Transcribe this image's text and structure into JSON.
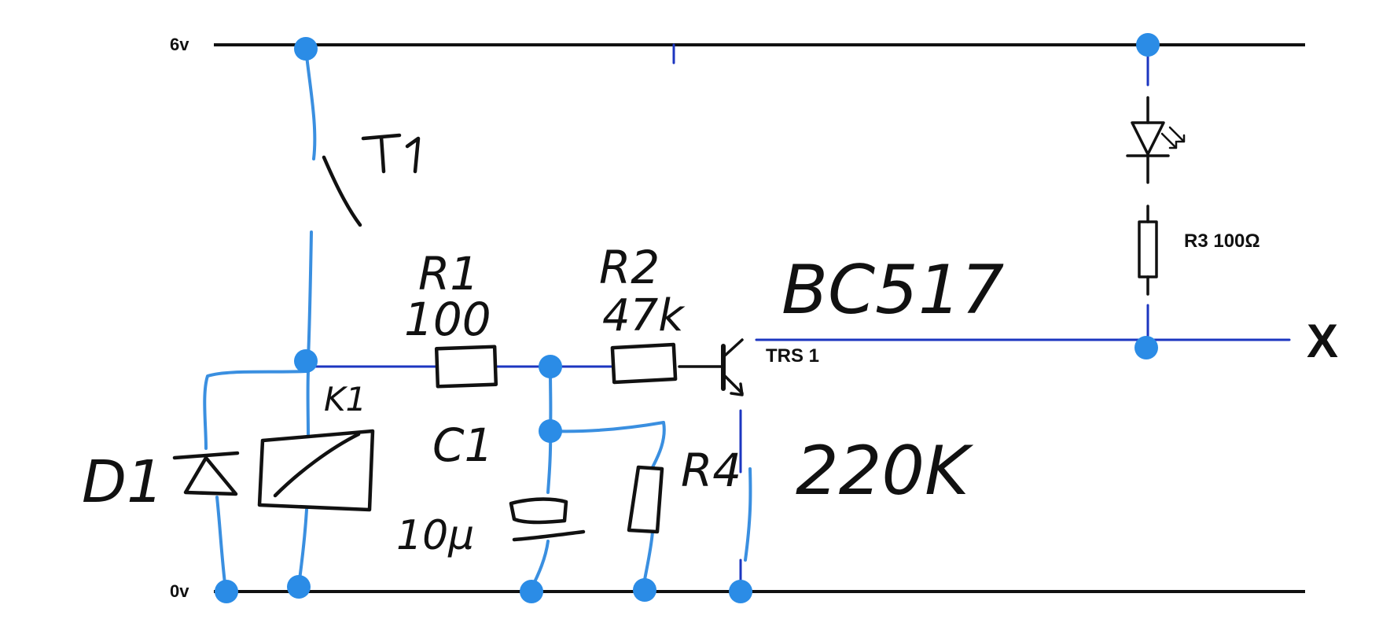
{
  "labels": {
    "rail_top": "6v",
    "rail_bottom": "0v",
    "output": "X",
    "r3": "R3 100Ω",
    "transistor": "TRS 1",
    "t1": "T1",
    "r1": "R1",
    "r1_value": "100",
    "r2": "R2",
    "r2_value": "47k",
    "bc": "BC517",
    "k1": "K1",
    "d1": "D1",
    "c1": "C1",
    "c1_value": "10µ",
    "r4": "R4",
    "r4_value": "220K"
  },
  "colors": {
    "rail": "#111111",
    "wire_hand": "#3a8fe0",
    "wire_printed": "#1c36c0",
    "node": "#2b8ce6",
    "ink": "#111111"
  },
  "icons": [
    "led-icon",
    "resistor-icon",
    "npn-transistor-icon",
    "switch-icon",
    "relay-coil-icon",
    "diode-icon",
    "capacitor-icon"
  ]
}
